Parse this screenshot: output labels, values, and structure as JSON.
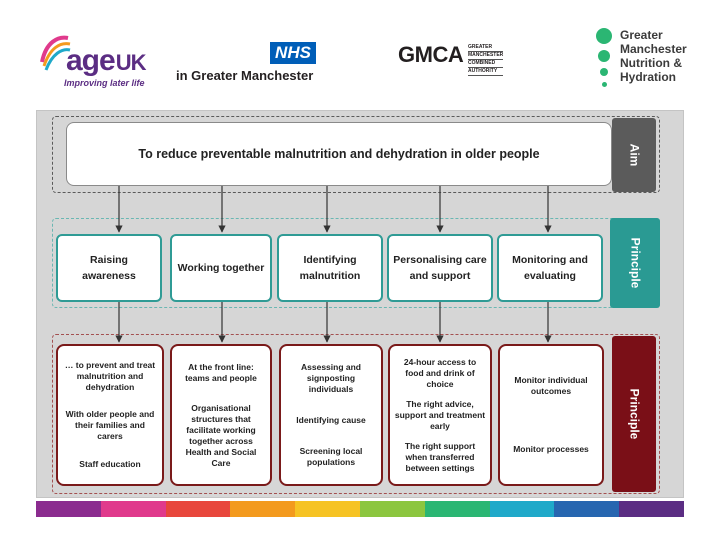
{
  "logos": {
    "ageuk": {
      "word": "age",
      "uk": "UK",
      "tagline": "Improving later life"
    },
    "nhs": {
      "mark": "NHS",
      "sub": "in Greater Manchester"
    },
    "gmca": {
      "word": "GMCA",
      "lines": [
        "GREATER",
        "MANCHESTER",
        "COMBINED",
        "AUTHORITY"
      ]
    },
    "gmnh": {
      "lines": [
        "Greater",
        "Manchester",
        "Nutrition &",
        "Hydration"
      ]
    }
  },
  "tabs": {
    "aim": "Aim",
    "principle": "Principle",
    "principle2": "Principle"
  },
  "aim_text": "To reduce preventable malnutrition and dehydration in older people",
  "principles": [
    "Raising awareness",
    "Working together",
    "Identifying malnutrition",
    "Personalising care and support",
    "Monitoring and evaluating"
  ],
  "details": [
    [
      "… to prevent and treat malnutrition and dehydration",
      "With older people and their families and carers",
      "Staff education"
    ],
    [
      "At the front line: teams and people",
      "Organisational structures that facilitate working together across Health and Social Care"
    ],
    [
      "Assessing and signposting individuals",
      "Identifying cause",
      "Screening local populations"
    ],
    [
      "24-hour access to food and drink of choice",
      "The right advice, support and treatment early",
      "The right support when transferred between settings"
    ],
    [
      "Monitor individual outcomes",
      "Monitor processes"
    ]
  ],
  "colors": {
    "aim_tab": "#5b5b5b",
    "principle_tab": "#2a9a93",
    "principle2_tab": "#7a0f17",
    "footer": [
      "#8b2c8f",
      "#e03a8c",
      "#e8473c",
      "#f39a1e",
      "#f6c324",
      "#8cc63f",
      "#2bb673",
      "#1fa9c9",
      "#2766b0",
      "#5b2d83"
    ]
  }
}
